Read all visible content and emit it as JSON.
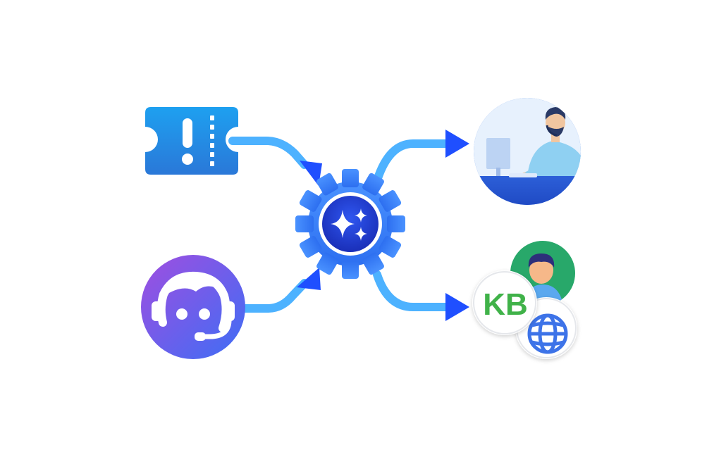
{
  "diagram": {
    "nodes": {
      "ticket": {
        "icon": "ticket-alert-icon"
      },
      "agent_bot": {
        "icon": "support-agent-headset-icon"
      },
      "ai_engine": {
        "icon": "ai-sparkle-gear-icon"
      },
      "human_agent": {
        "icon": "person-at-computer-icon"
      },
      "knowledge_sources": {
        "kb_label": "KB",
        "icons": [
          "user-avatar-icon",
          "kb-badge-icon",
          "globe-icon"
        ]
      }
    },
    "edges": [
      {
        "from": "ticket",
        "to": "ai_engine"
      },
      {
        "from": "agent_bot",
        "to": "ai_engine"
      },
      {
        "from": "ai_engine",
        "to": "human_agent"
      },
      {
        "from": "ai_engine",
        "to": "knowledge_sources"
      }
    ],
    "colors": {
      "connector": "#4db2ff",
      "arrowhead": "#1f4fff",
      "gear": "#3d86ff",
      "gear_core": "#1f3fd0",
      "ticket_top": "#1ea0f0",
      "ticket_bottom": "#2a78d8",
      "bot_top": "#a04ee0",
      "bot_bottom": "#3d6ef5",
      "kb_text": "#3fb24a",
      "globe": "#3e73e8",
      "user_bg": "#28a86a"
    }
  }
}
